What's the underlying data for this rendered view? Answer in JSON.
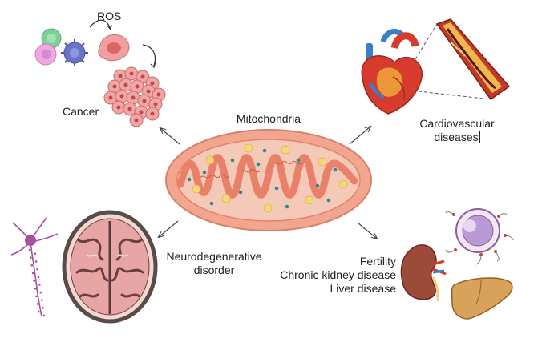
{
  "labels": {
    "ros": "ROS",
    "cancer": "Cancer",
    "mitochondria": "Mitochondria",
    "cardio_line1": "Cardiovascular",
    "cardio_line2": "diseases",
    "neuro_line1": "Neurodegenerative",
    "neuro_line2": "disorder",
    "fertility": "Fertility",
    "kidney": "Chronic kidney disease",
    "liver": "Liver disease"
  },
  "colors": {
    "mito_outer": "#f2a58f",
    "mito_inner": "#f4c9b8",
    "mito_crista": "#e8806a",
    "granule_yellow": "#f5d67a",
    "dot_teal": "#2a8a96",
    "cancer_cell": "#f0a6a6",
    "brain_tissue": "#e8a5a5",
    "neuron": "#a84f9e",
    "heart_red": "#d63b2e",
    "vessel_blue": "#3a7fc8",
    "kidney_brown": "#9c4a3a",
    "liver_tan": "#d9a25a",
    "arrow": "#444444",
    "text": "#222222"
  },
  "icons": [
    "cancer-cells-icon",
    "heart-icon",
    "artery-icon",
    "brain-icon",
    "neuron-icon",
    "oocyte-icon",
    "kidney-icon",
    "liver-icon"
  ]
}
